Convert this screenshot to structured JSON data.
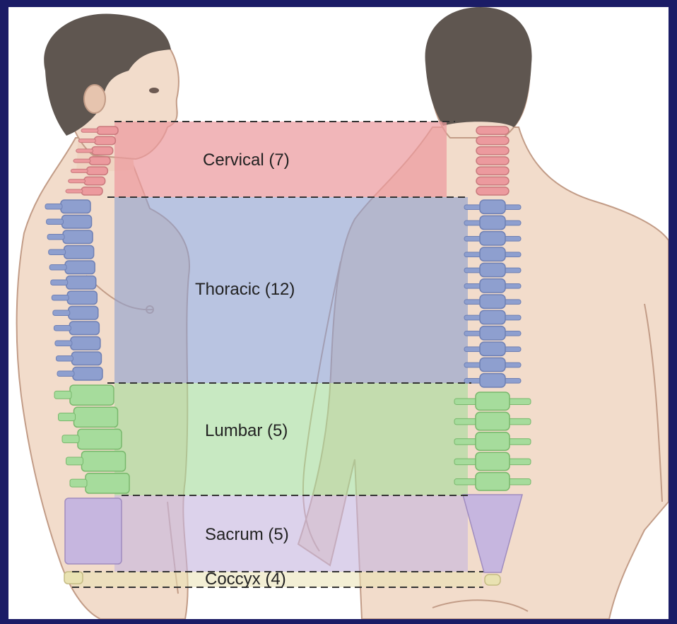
{
  "regions": [
    {
      "key": "cervical",
      "label": "Cervical (7)",
      "color": "#ec9a9e"
    },
    {
      "key": "thoracic",
      "label": "Thoracic (12)",
      "color": "#8e9fcf"
    },
    {
      "key": "lumbar",
      "label": "Lumbar (5)",
      "color": "#a6dc9c"
    },
    {
      "key": "sacrum",
      "label": "Sacrum (5)",
      "color": "#c6b6df"
    },
    {
      "key": "coccyx",
      "label": "Coccyx (4)",
      "color": "#e9e2b2"
    }
  ],
  "colors": {
    "border": "#1b1c66",
    "skin": "#f2dccb",
    "skin_outline": "#c29c87",
    "hair": "#5f5650"
  }
}
